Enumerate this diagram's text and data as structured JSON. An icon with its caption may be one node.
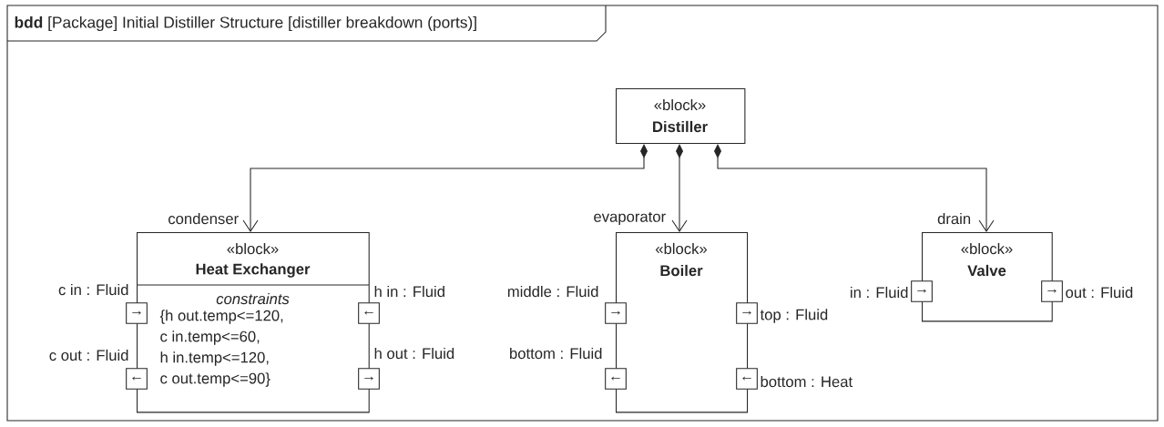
{
  "diagram": {
    "title": "**bdd** [Package] Initial Distiller Structure [distiller breakdown (ports)]",
    "nodes": [
      {
        "text": [
          "«block»",
          "Distiller"
        ]
      },
      {
        "text": [
          "«block»",
          "Heat Exchanger",
          "constraints",
          "{h out.temp<=120,",
          "c in.temp<=60,",
          "h in.temp<=120,",
          "c out.temp<=90}"
        ]
      },
      {
        "text": [
          "«block»",
          "Boiler"
        ]
      },
      {
        "text": [
          "«block»",
          "Valve"
        ]
      },
      {
        "text": [
          "→"
        ],
        "beside": [
          "c in : Fluid"
        ]
      },
      {
        "text": [
          "←"
        ],
        "beside": [
          "c out : Fluid"
        ]
      },
      {
        "text": [
          "←"
        ],
        "beside": [
          "h in : Fluid"
        ]
      },
      {
        "text": [
          "→"
        ],
        "beside": [
          "h out : Fluid"
        ]
      },
      {
        "text": [
          "→"
        ],
        "beside": [
          "middle : Fluid"
        ]
      },
      {
        "text": [
          "←"
        ],
        "beside": [
          "bottom : Fluid"
        ]
      },
      {
        "text": [
          "→"
        ],
        "beside": [
          "top : Fluid"
        ]
      },
      {
        "text": [
          "←"
        ],
        "beside": [
          "bottom : Heat"
        ]
      },
      {
        "text": [
          "→"
        ],
        "beside": [
          "in : Fluid"
        ]
      },
      {
        "text": [
          "→"
        ],
        "beside": [
          "out : Fluid"
        ]
      }
    ],
    "edges": [
      {
        "from": 0,
        "to": 1,
        "arrow": "to",
        "label": "condenser"
      },
      {
        "from": 0,
        "to": 2,
        "arrow": "to",
        "label": "evaporator"
      },
      {
        "from": 0,
        "to": 3,
        "arrow": "to",
        "label": "drain"
      }
    ]
  }
}
